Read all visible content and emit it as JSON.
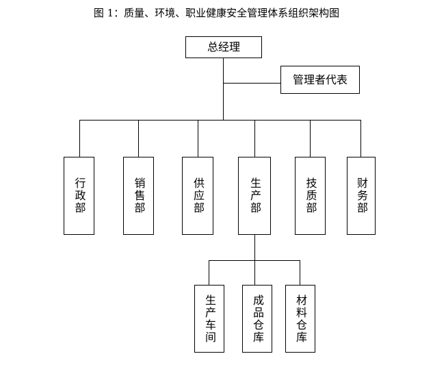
{
  "title": "图 1：质量、环境、职业健康安全管理体系组织架构图",
  "root": {
    "label": "总经理"
  },
  "representative": {
    "label": "管理者代表"
  },
  "departments": [
    {
      "label": "行政部"
    },
    {
      "label": "销售部"
    },
    {
      "label": "供应部"
    },
    {
      "label": "生产部"
    },
    {
      "label": "技质部"
    },
    {
      "label": "财务部"
    }
  ],
  "production_units": [
    {
      "label": "生产车间"
    },
    {
      "label": "成品仓库"
    },
    {
      "label": "材料仓库"
    }
  ],
  "colors": {
    "line": "#000000",
    "box_border": "#000000",
    "background": "#ffffff"
  }
}
